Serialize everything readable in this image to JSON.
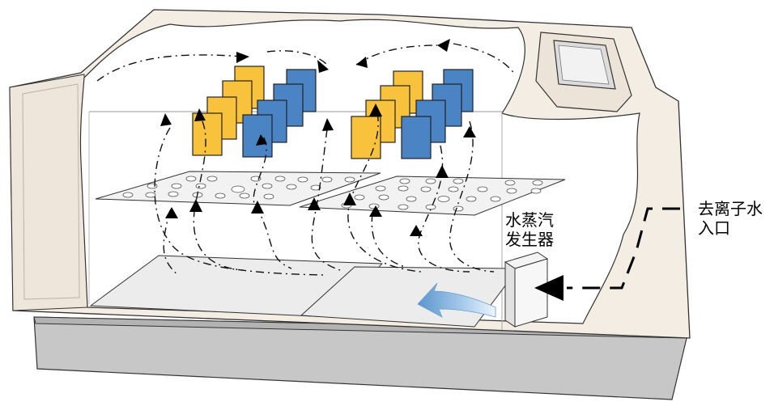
{
  "labels": {
    "steam_generator": [
      "水蒸汽",
      "发生器"
    ],
    "deionized_water_inlet": [
      "去离子水",
      "入口"
    ]
  },
  "colors": {
    "cabinet": "#f3ede4",
    "base": "#c7c7c7",
    "interior": "#ffffff",
    "yellow_panel": "#f9c23c",
    "blue_panel": "#4a84c4",
    "tray": "#ececec",
    "flow_arrow": "#9cc4e4"
  }
}
